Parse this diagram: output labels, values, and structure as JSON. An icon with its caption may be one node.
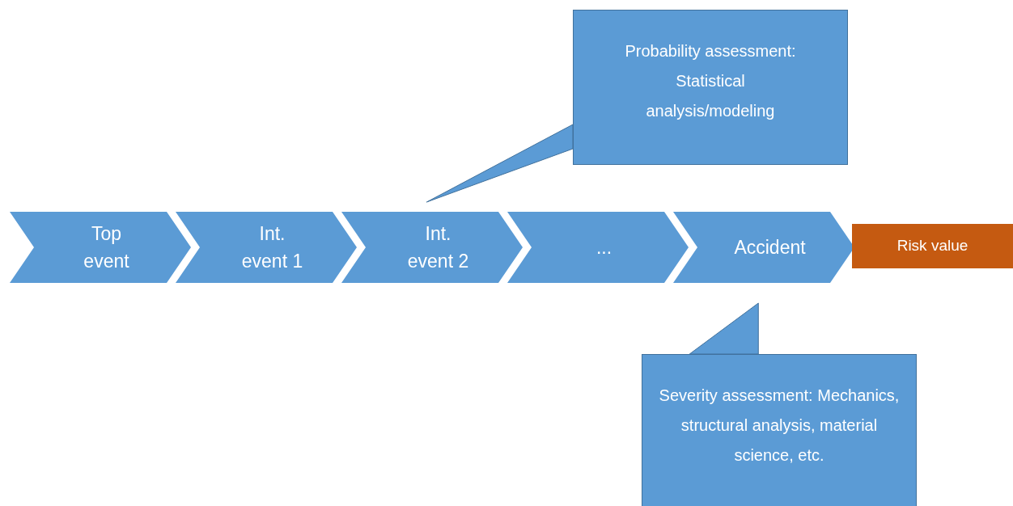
{
  "diagram": {
    "nodes": [
      {
        "text": [
          "Top event"
        ]
      },
      {
        "text": [
          "Int. event 1"
        ]
      },
      {
        "text": [
          "Int. event 2"
        ]
      },
      {
        "text": [
          "..."
        ]
      },
      {
        "text": [
          "Accident"
        ]
      },
      {
        "text": [
          "Risk value"
        ]
      },
      {
        "text": [
          "Probability assessment: Statistical analysis/modeling"
        ]
      },
      {
        "text": [
          "Severity assessment: Mechanics, structural analysis, material science, etc."
        ]
      }
    ],
    "edges": [
      {
        "from": 6,
        "to": 2,
        "arrow": "to"
      },
      {
        "from": 7,
        "to": 4,
        "arrow": "to"
      }
    ]
  }
}
